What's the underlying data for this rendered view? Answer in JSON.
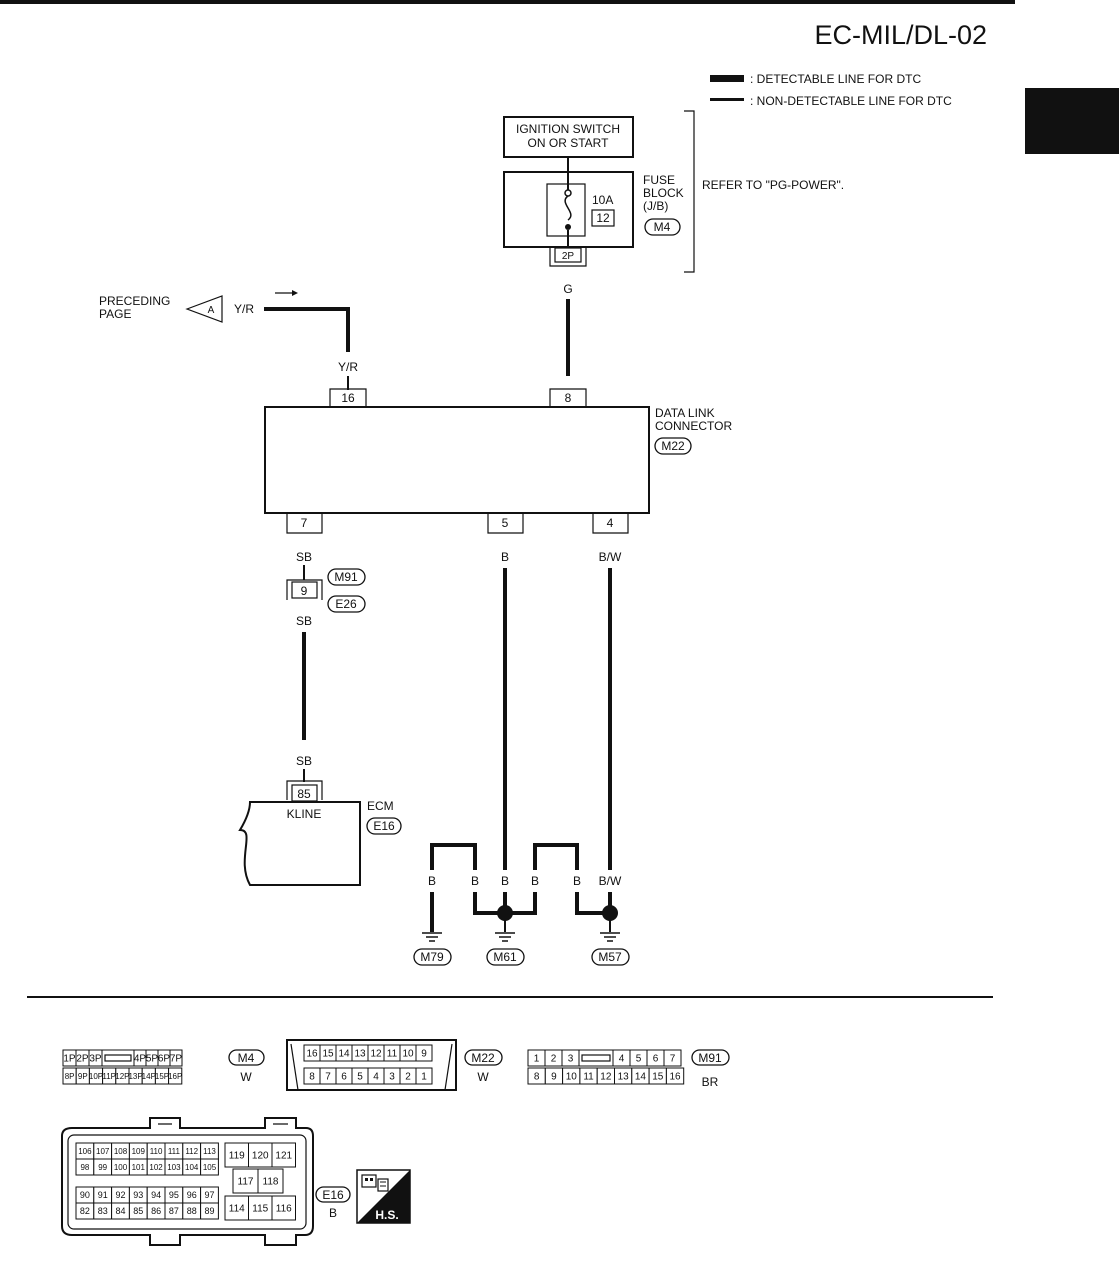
{
  "page_code": "EC-MIL/DL-02",
  "legend": {
    "detectable": ": DETECTABLE LINE FOR DTC",
    "non_detectable": ": NON-DETECTABLE LINE FOR DTC"
  },
  "ignition_switch": {
    "line1": "IGNITION SWITCH",
    "line2": "ON OR START"
  },
  "fuse_block": {
    "line1": "FUSE",
    "line2": "BLOCK",
    "line3": "(J/B)",
    "connector": "M4",
    "amperage": "10A",
    "fuse_number": "12",
    "terminal": "2P",
    "reference": "REFER TO \"PG-POWER\"."
  },
  "preceding_page": {
    "line1": "PRECEDING",
    "line2": "PAGE",
    "flag": "A",
    "wire_color": "Y/R"
  },
  "wires": {
    "g": "G",
    "yr": "Y/R",
    "sb_top": "SB",
    "sb_mid": "SB",
    "sb_bottom": "SB",
    "b": "B",
    "bw": "B/W"
  },
  "data_link_connector": {
    "line1": "DATA LINK",
    "line2": "CONNECTOR",
    "connector": "M22",
    "pin_top_left": "16",
    "pin_top_right": "8",
    "pin_bottom_left": "7",
    "pin_bottom_mid": "5",
    "pin_bottom_right": "4"
  },
  "joint_connector": {
    "pin": "9",
    "conn_a": "M91",
    "conn_b": "E26"
  },
  "ecm": {
    "label": "ECM",
    "connector": "E16",
    "pin": "85",
    "pin_label": "KLINE"
  },
  "grounds": {
    "labels": [
      "B",
      "B",
      "B",
      "B",
      "B",
      "B/W"
    ],
    "m79": "M79",
    "m61": "M61",
    "m57": "M57"
  },
  "connector_m4": {
    "id": "M4",
    "color": "W",
    "top": [
      "1P",
      "2P",
      "3P",
      "",
      "4P",
      "5P",
      "6P",
      "7P"
    ],
    "bottom": [
      "8P",
      "9P",
      "10P",
      "11P",
      "12P",
      "13P",
      "14P",
      "15P",
      "16P"
    ]
  },
  "connector_m22": {
    "id": "M22",
    "color": "W",
    "top": [
      "16",
      "15",
      "14",
      "13",
      "12",
      "11",
      "10",
      "9"
    ],
    "bottom": [
      "8",
      "7",
      "6",
      "5",
      "4",
      "3",
      "2",
      "1"
    ]
  },
  "connector_m91": {
    "id": "M91",
    "color": "BR",
    "top": [
      "1",
      "2",
      "3",
      "",
      "4",
      "5",
      "6",
      "7"
    ],
    "bottom": [
      "8",
      "9",
      "10",
      "11",
      "12",
      "13",
      "14",
      "15",
      "16"
    ]
  },
  "connector_e16": {
    "id": "E16",
    "color": "B",
    "upper_row1": [
      "106",
      "107",
      "108",
      "109",
      "110",
      "111",
      "112",
      "113"
    ],
    "upper_row2": [
      "98",
      "99",
      "100",
      "101",
      "102",
      "103",
      "104",
      "105"
    ],
    "lower_row1": [
      "90",
      "91",
      "92",
      "93",
      "94",
      "95",
      "96",
      "97"
    ],
    "lower_row2": [
      "82",
      "83",
      "84",
      "85",
      "86",
      "87",
      "88",
      "89"
    ],
    "right_row1": [
      "119",
      "120",
      "121"
    ],
    "right_row2": [
      "117",
      "118"
    ],
    "right_row3": [
      "114",
      "115",
      "116"
    ]
  },
  "hs_badge": "H.S."
}
